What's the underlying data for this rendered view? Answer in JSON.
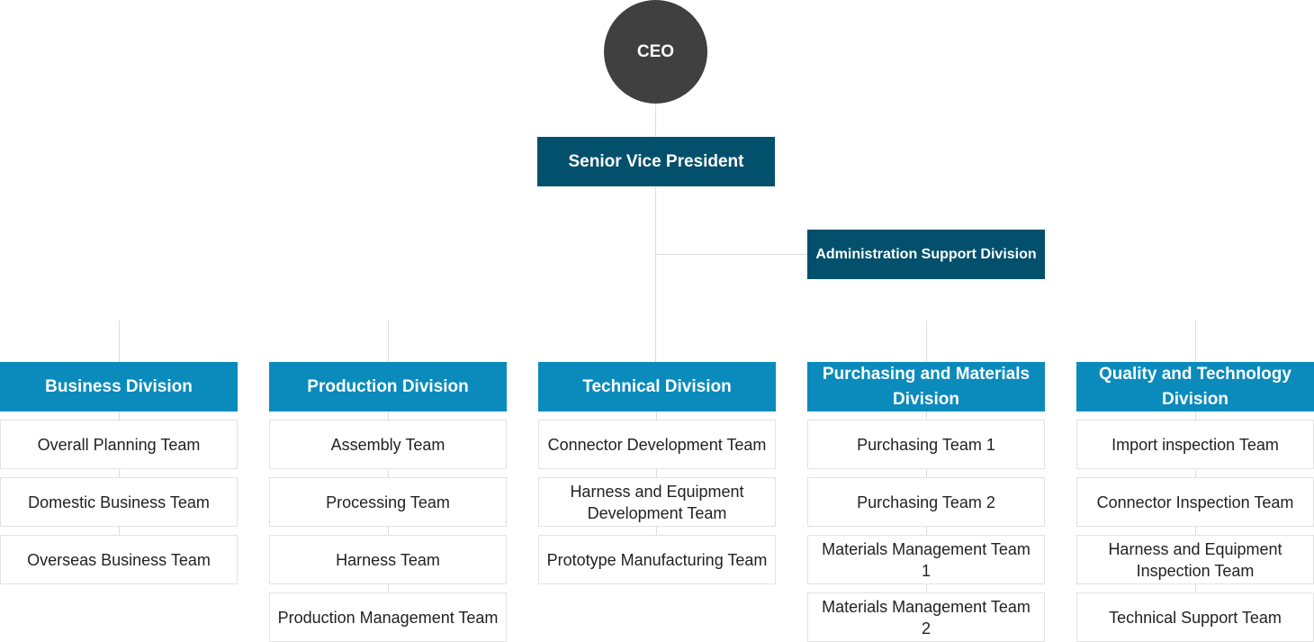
{
  "ceo": {
    "label": "CEO"
  },
  "svp": {
    "label": "Senior Vice President"
  },
  "admin": {
    "label": "Administration Support Division"
  },
  "colors": {
    "ceo": "#404040",
    "executive": "#03506c",
    "division": "#0a8bbc",
    "connector": "#dddddd",
    "team_border": "#e2e2e2"
  },
  "divisions": [
    {
      "label": "Business Division",
      "teams": [
        "Overall Planning Team",
        "Domestic Business Team",
        "Overseas Business Team"
      ]
    },
    {
      "label": "Production Division",
      "teams": [
        "Assembly Team",
        "Processing Team",
        "Harness Team",
        "Production Management Team"
      ]
    },
    {
      "label": "Technical Division",
      "teams": [
        "Connector Development Team",
        "Harness and Equipment Development Team",
        "Prototype Manufacturing Team"
      ]
    },
    {
      "label": "Purchasing and Materials Division",
      "teams": [
        "Purchasing Team 1",
        "Purchasing Team 2",
        "Materials Management Team 1",
        "Materials Management Team 2"
      ]
    },
    {
      "label": "Quality and Technology Division",
      "teams": [
        "Import inspection Team",
        "Connector Inspection Team",
        "Harness and Equipment Inspection Team",
        "Technical Support Team"
      ]
    }
  ]
}
